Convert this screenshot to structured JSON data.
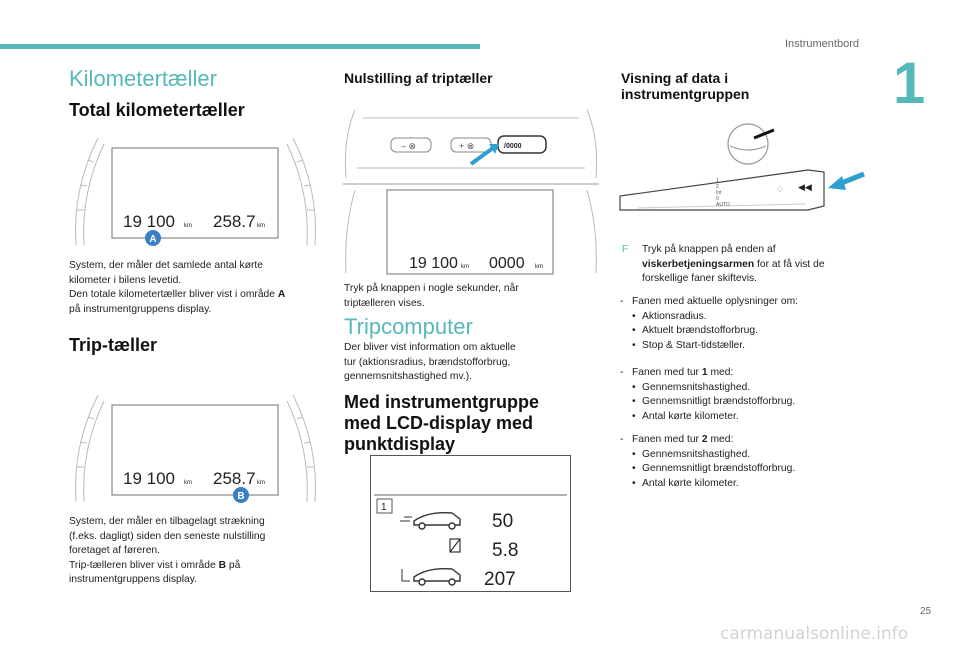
{
  "header": {
    "section": "Instrumentbord",
    "chapter": "1",
    "page": "25"
  },
  "col1": {
    "title": "Kilometertæller",
    "subtitle1": "Total kilometertæller",
    "display_a": {
      "value1": "19 100",
      "unit1": "km",
      "value2": "258.7",
      "unit2": "km",
      "marker": "A"
    },
    "text1": [
      "System, der måler det samlede antal kørte",
      "kilometer i bilens levetid.",
      "Den totale kilometertæller bliver vist i område",
      "på instrumentgruppens display."
    ],
    "text1_bold": "A",
    "subtitle2": "Trip-tæller",
    "display_b": {
      "value1": "19 100",
      "unit1": "km",
      "value2": "258.7",
      "unit2": "km",
      "marker": "B"
    },
    "text2": [
      "System, der måler en tilbagelagt strækning",
      "(f.eks. dagligt) siden den seneste nulstilling",
      "foretaget af føreren.",
      "Trip-tælleren bliver vist i område",
      "på",
      "instrumentgruppens display."
    ],
    "text2_bold": "B"
  },
  "col2": {
    "title": "Nulstilling af triptæller",
    "display_reset": {
      "value1": "19 100",
      "unit1": "km",
      "value2": "0000",
      "unit2": "km",
      "button_label": "/0000"
    },
    "text1": [
      "Tryk på knappen i nogle sekunder, når",
      "triptælleren vises."
    ],
    "title2": "Tripcomputer",
    "text2": [
      "Der bliver vist information om aktuelle",
      "tur (aktionsradius, brændstofforbrug,",
      "gennemsnitshastighed mv.)."
    ],
    "title3": [
      "Med instrumentgruppe",
      "med LCD-display med",
      "punktdisplay"
    ],
    "lcd": {
      "page": "1",
      "row1": "50",
      "row2": "5.8",
      "row3": "207"
    }
  },
  "col3": {
    "title": [
      "Visning af data i",
      "instrumentgruppen"
    ],
    "stalk_labels": [
      "1",
      "2",
      "Int",
      "0",
      "AUTO"
    ],
    "arrow_text": "F",
    "intro": [
      "Tryk på knappen på enden af",
      "for at få vist de",
      "forskellige faner skiftevis."
    ],
    "intro_bold": "viskerbetjeningsarmen",
    "groups": [
      {
        "head_a": "Fanen med aktuelle oplysninger om:",
        "head_b": "",
        "head_bold": "",
        "items": [
          "Aktionsradius.",
          "Aktuelt brændstofforbrug.",
          "Stop & Start-tidstæller."
        ]
      },
      {
        "head_a": "Fanen med tur",
        "head_b": "med:",
        "head_bold": "1",
        "items": [
          "Gennemsnitshastighed.",
          "Gennemsnitligt brændstofforbrug.",
          "Antal kørte kilometer."
        ]
      },
      {
        "head_a": "Fanen med tur",
        "head_b": "med:",
        "head_bold": "2",
        "items": [
          "Gennemsnitshastighed.",
          "Gennemsnitligt brændstofforbrug.",
          "Antal kørte kilometer."
        ]
      }
    ]
  },
  "footer": {
    "watermark": "carmanualsonline.info"
  },
  "colors": {
    "accent": "#56b8ba",
    "marker": "#3a7fc4",
    "arrow": "#2f9fd0"
  }
}
